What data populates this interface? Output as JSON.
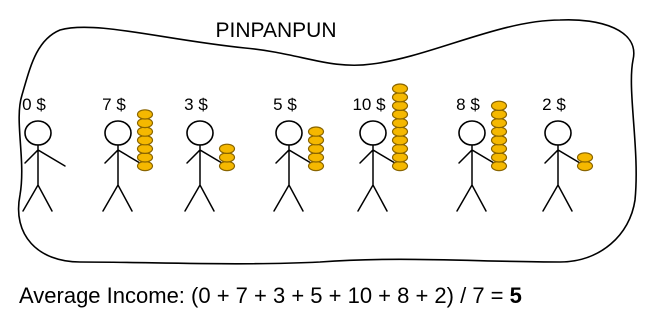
{
  "title": "PINPANPUN",
  "people": [
    {
      "label": "0 $",
      "coins": 0
    },
    {
      "label": "7 $",
      "coins": 7
    },
    {
      "label": "3 $",
      "coins": 3
    },
    {
      "label": "5 $",
      "coins": 5
    },
    {
      "label": "10 $",
      "coins": 10
    },
    {
      "label": "8 $",
      "coins": 8
    },
    {
      "label": "2 $",
      "coins": 2
    }
  ],
  "caption": {
    "text": "Average Income: (0 + 7 + 3 + 5 + 10 + 8 + 2) / 7 = ",
    "result": "5"
  },
  "colors": {
    "coin_fill": "#F5B800",
    "coin_stroke": "#8A6500",
    "outline": "#000000"
  }
}
